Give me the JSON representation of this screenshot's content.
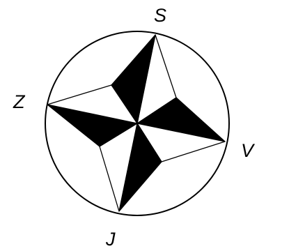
{
  "compass": {
    "labels": {
      "top": "S",
      "left": "Z",
      "right": "V",
      "bottom": "J"
    },
    "colors": {
      "ink": "#000000",
      "paper": "#ffffff"
    }
  }
}
